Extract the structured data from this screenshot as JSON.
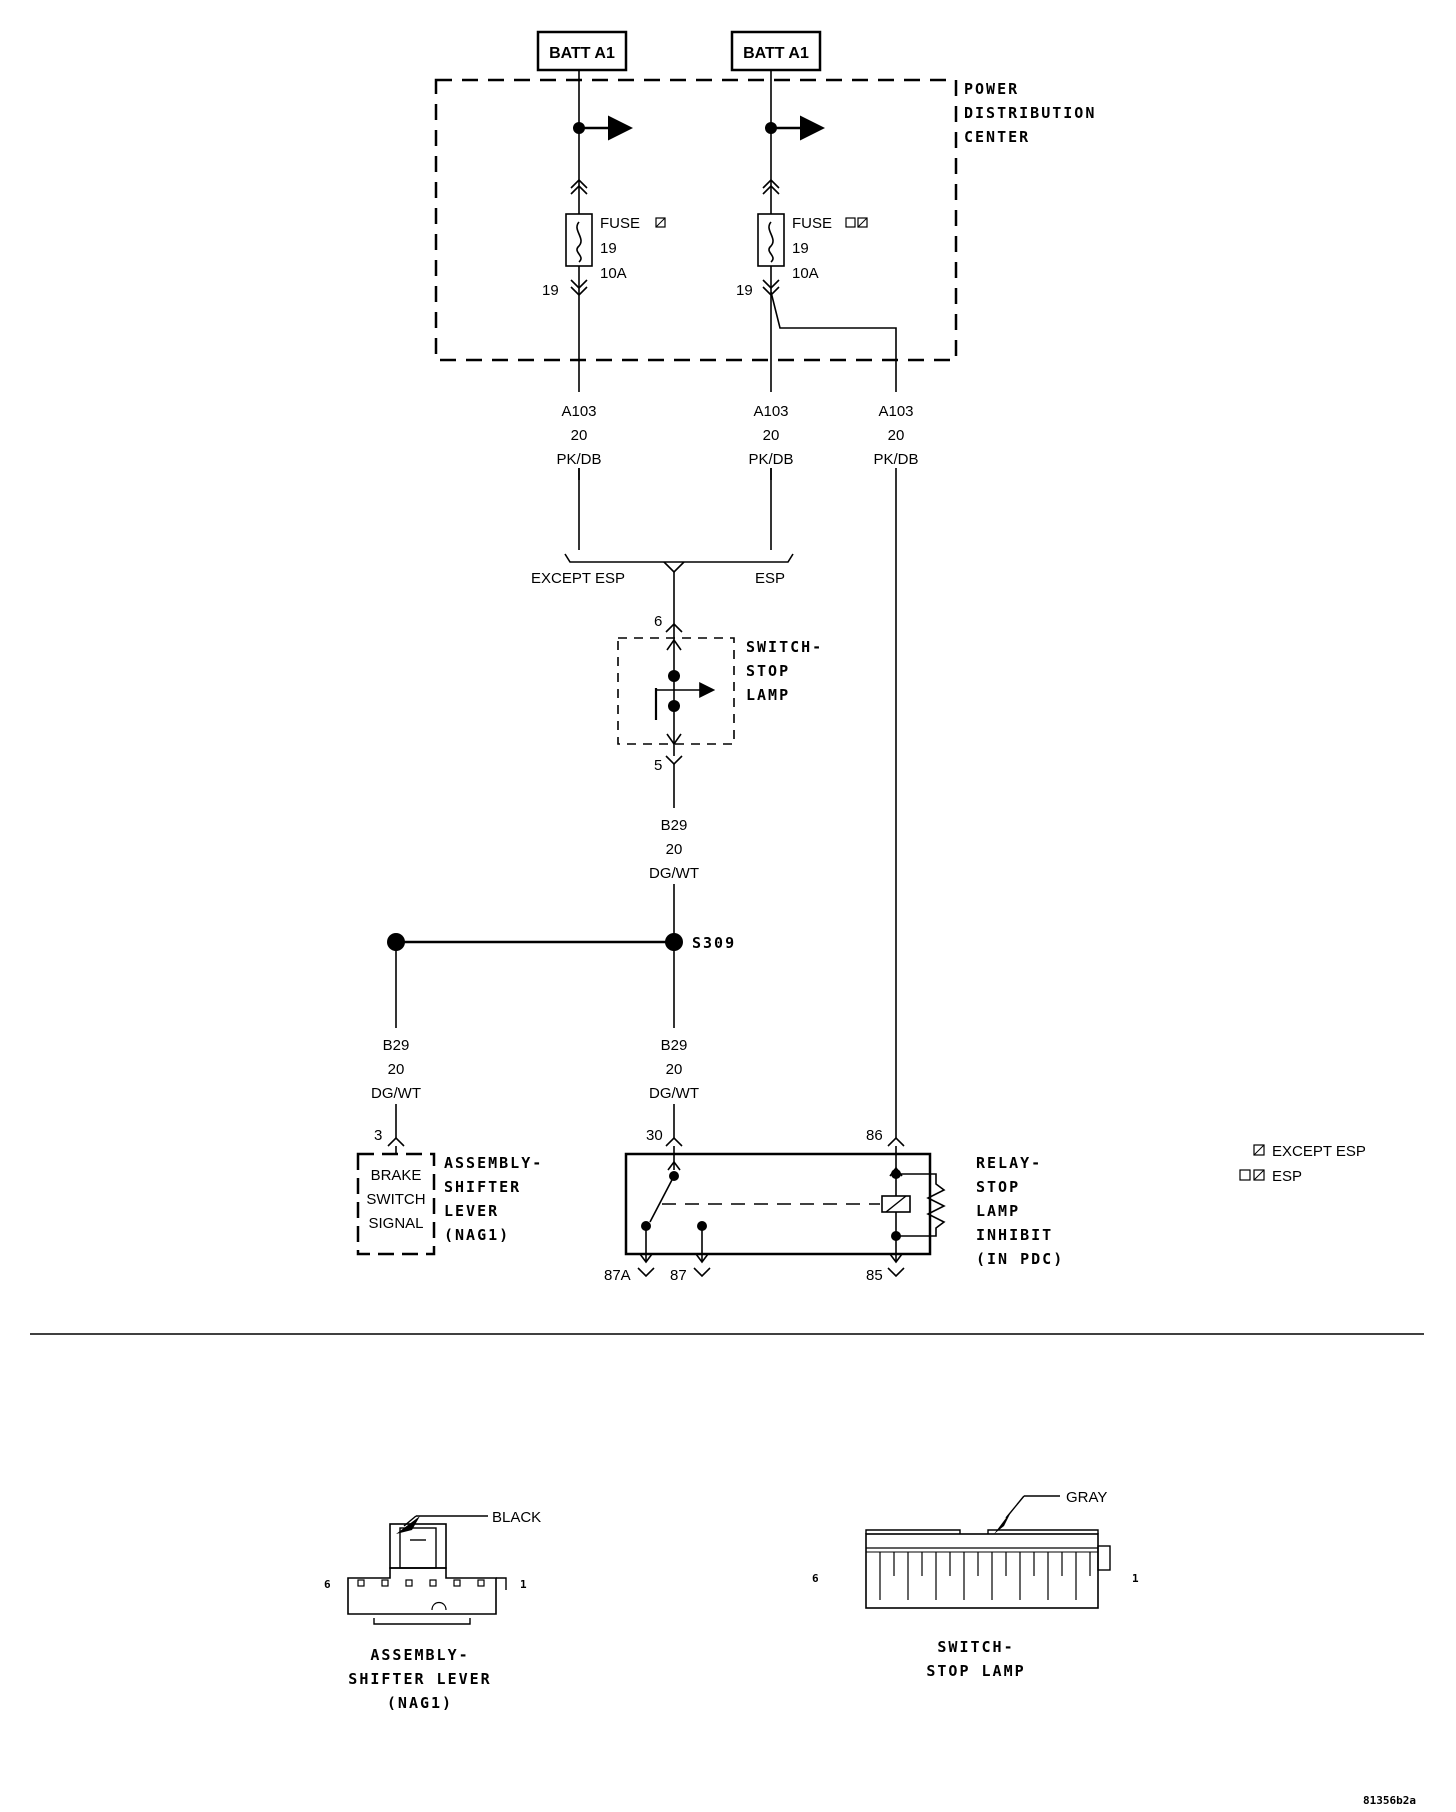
{
  "sources": {
    "batt_left": "BATT A1",
    "batt_right": "BATT A1"
  },
  "pdc": {
    "line1": "POWER",
    "line2": "DISTRIBUTION",
    "line3": "CENTER"
  },
  "fuse_left": {
    "label": "FUSE",
    "number": "19",
    "rating": "10A",
    "cavity": "19"
  },
  "fuse_right": {
    "label": "FUSE",
    "number": "19",
    "rating": "10A",
    "cavity": "19"
  },
  "wires": {
    "a103_left": {
      "code": "A103",
      "gauge": "20",
      "color": "PK/DB"
    },
    "a103_mid": {
      "code": "A103",
      "gauge": "20",
      "color": "PK/DB"
    },
    "a103_right": {
      "code": "A103",
      "gauge": "20",
      "color": "PK/DB"
    },
    "b29_top": {
      "code": "B29",
      "gauge": "20",
      "color": "DG/WT"
    },
    "b29_left": {
      "code": "B29",
      "gauge": "20",
      "color": "DG/WT"
    },
    "b29_mid": {
      "code": "B29",
      "gauge": "20",
      "color": "DG/WT"
    }
  },
  "junction": {
    "except": "EXCEPT ESP",
    "esp": "ESP"
  },
  "switch": {
    "line1": "SWITCH-",
    "line2": "STOP",
    "line3": "LAMP",
    "pin_top": "6",
    "pin_bottom": "5"
  },
  "splice": "S309",
  "shifter": {
    "pin": "3",
    "inner1": "BRAKE",
    "inner2": "SWITCH",
    "inner3": "SIGNAL",
    "line1": "ASSEMBLY-",
    "line2": "SHIFTER",
    "line3": "LEVER",
    "line4": "(NAG1)"
  },
  "relay": {
    "pin30": "30",
    "pin86": "86",
    "pin87a": "87A",
    "pin87": "87",
    "pin85": "85",
    "line1": "RELAY-",
    "line2": "STOP",
    "line3": "LAMP",
    "line4": "INHIBIT",
    "line5": "(IN PDC)"
  },
  "legend": {
    "except": "EXCEPT ESP",
    "esp": "ESP"
  },
  "connectors": {
    "shifter": {
      "color": "BLACK",
      "pin_left": "6",
      "pin_right": "1",
      "title1": "ASSEMBLY-",
      "title2": "SHIFTER LEVER",
      "title3": "(NAG1)"
    },
    "switch": {
      "color": "GRAY",
      "pin_left": "6",
      "pin_right": "1",
      "title1": "SWITCH-",
      "title2": "STOP LAMP"
    }
  },
  "figure_id": "81356b2a"
}
